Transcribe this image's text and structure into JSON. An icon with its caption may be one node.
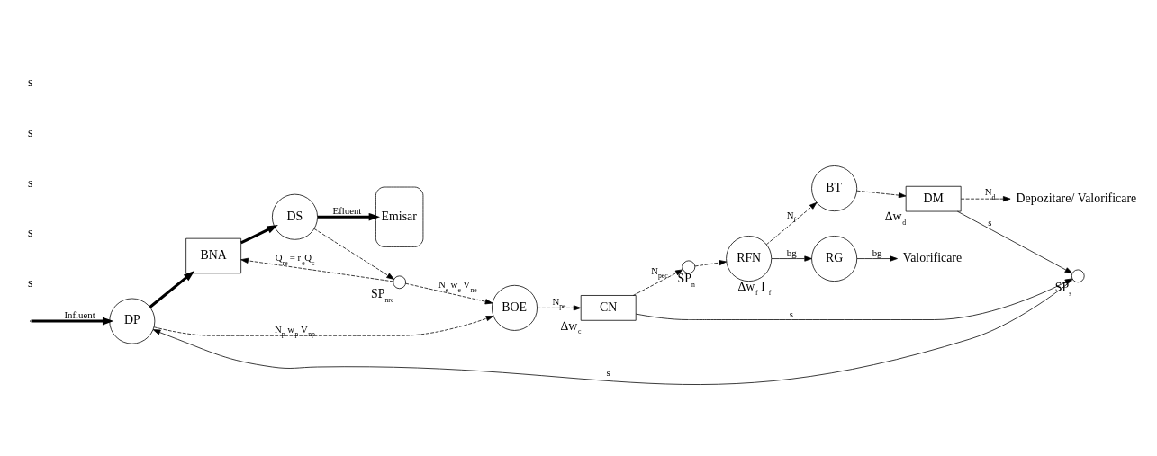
{
  "diagram": {
    "nodes": [
      {
        "text": [
          "DP"
        ]
      },
      {
        "text": [
          "BNA"
        ]
      },
      {
        "text": [
          "DS"
        ]
      },
      {
        "text": [
          "Emisar"
        ]
      },
      {
        "text": [],
        "shape": "circle",
        "beside": [
          "SP$_{nre}$"
        ]
      },
      {
        "text": [
          "BOE"
        ]
      },
      {
        "text": [
          "CN"
        ],
        "beside": [
          "∆w$_{c}$"
        ]
      },
      {
        "text": [],
        "shape": "circle",
        "beside": [
          "SP$_{n}$"
        ]
      },
      {
        "text": [
          "RFN"
        ],
        "beside": [
          "∆w$_{f}$",
          "l$_{f}$"
        ]
      },
      {
        "text": [
          "BT"
        ]
      },
      {
        "text": [
          "DM"
        ],
        "beside": [
          "∆w$_{d}$"
        ]
      },
      {
        "text": [
          "Depozitare/ Valorificare"
        ]
      },
      {
        "text": [
          "RG"
        ]
      },
      {
        "text": [
          "Valorificare"
        ]
      },
      {
        "text": [],
        "shape": "circle",
        "beside": [
          "SP$_{s}$"
        ]
      }
    ],
    "edges": [
      {
        "from": null,
        "to": 0,
        "arrow": "to",
        "label": "Influent",
        "style": "thick"
      },
      {
        "from": 0,
        "to": 1,
        "arrow": "to",
        "style": "thick"
      },
      {
        "from": 1,
        "to": 2,
        "arrow": "to",
        "style": "thick"
      },
      {
        "from": 2,
        "to": 3,
        "arrow": "to",
        "label": "Efluent",
        "style": "thick"
      },
      {
        "from": 2,
        "to": 4,
        "arrow": "to",
        "style": "dashed"
      },
      {
        "from": 4,
        "to": 1,
        "arrow": "to",
        "label": "Q$_{re}$ = r$_{e}$Q$_{c}$",
        "style": "dashed"
      },
      {
        "from": 4,
        "to": 5,
        "arrow": "to",
        "label": "N$_{e}$ w$_{e}$ V$_{ne}$",
        "style": "dashed"
      },
      {
        "from": 0,
        "to": 5,
        "arrow": "to",
        "label": "N$_{p}$ w$_{p}$ V$_{np}$",
        "style": "dashed"
      },
      {
        "from": 5,
        "to": 6,
        "arrow": "to",
        "label": "N$_{pe}$",
        "style": "dashed"
      },
      {
        "from": 6,
        "to": 7,
        "arrow": "to",
        "label": "N$_{pec}$",
        "style": "dashed"
      },
      {
        "from": 7,
        "to": 8,
        "arrow": "to",
        "style": "dashed"
      },
      {
        "from": 8,
        "to": 9,
        "arrow": "to",
        "label": "N$_{f}$",
        "style": "dashed"
      },
      {
        "from": 9,
        "to": 10,
        "arrow": "to",
        "style": "dashed"
      },
      {
        "from": 10,
        "to": 11,
        "arrow": "to",
        "label": "N$_{d}$",
        "style": "dashed"
      },
      {
        "from": 8,
        "to": 12,
        "arrow": "to",
        "label": "bg"
      },
      {
        "from": 12,
        "to": 13,
        "arrow": "to",
        "label": "bg"
      },
      {
        "from": 6,
        "to": 14,
        "arrow": "to",
        "label": "s"
      },
      {
        "from": 10,
        "to": 14,
        "arrow": "to",
        "label": "s"
      },
      {
        "from": 14,
        "to": 0,
        "arrow": "to",
        "label": "s"
      }
    ],
    "labels": [
      "s",
      "s",
      "s",
      "s",
      "s"
    ]
  }
}
